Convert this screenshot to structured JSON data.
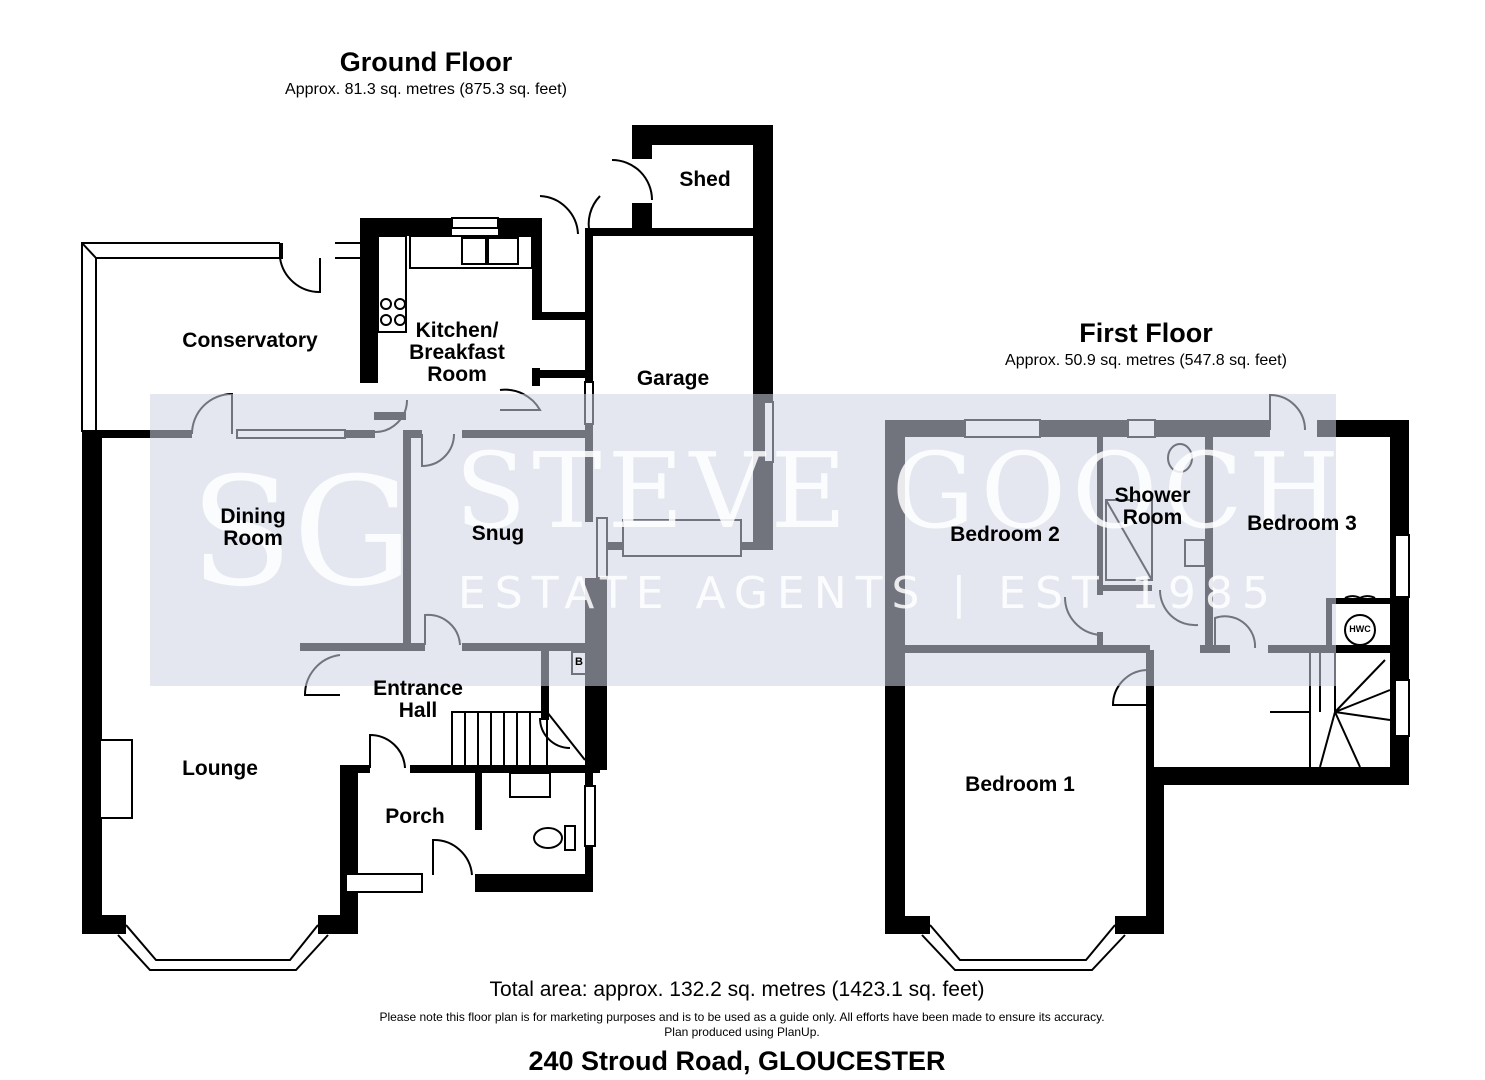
{
  "ground_floor": {
    "title": "Ground Floor",
    "area": "Approx. 81.3 sq. metres (875.3 sq. feet)",
    "rooms": {
      "shed": "Shed",
      "conservatory": "Conservatory",
      "kitchen": "Kitchen/\nBreakfast\nRoom",
      "garage": "Garage",
      "dining": "Dining\nRoom",
      "snug": "Snug",
      "entrance": "Entrance\nHall",
      "lounge": "Lounge",
      "porch": "Porch"
    },
    "boiler_label": "B"
  },
  "first_floor": {
    "title": "First Floor",
    "area": "Approx. 50.9 sq. metres (547.8 sq. feet)",
    "rooms": {
      "shower": "Shower\nRoom",
      "bedroom2": "Bedroom 2",
      "bedroom3": "Bedroom 3",
      "bedroom1": "Bedroom 1"
    },
    "hwc_label": "HWC"
  },
  "watermark": {
    "logo": "SG",
    "name": "STEVE GOOCH",
    "tagline": "ESTATE AGENTS | EST 1985"
  },
  "footer": {
    "total_area": "Total area: approx. 132.2 sq. metres (1423.1 sq. feet)",
    "disclaimer": "Please note this floor plan is for marketing purposes and is to be used as a guide only. All efforts have been made to ensure its accuracy.",
    "produced_by": "Plan produced using PlanUp.",
    "address": "240 Stroud Road, GLOUCESTER"
  }
}
